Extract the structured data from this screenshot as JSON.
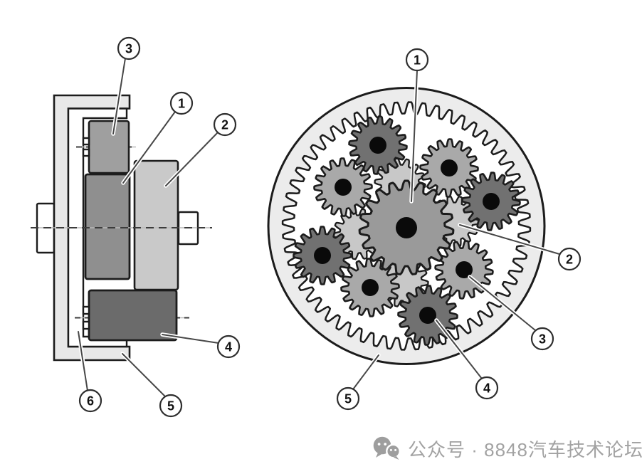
{
  "figure": {
    "side_view": {
      "name": "planetary-gearset-side-section",
      "callouts": [
        {
          "label": "3"
        },
        {
          "label": "1"
        },
        {
          "label": "2"
        },
        {
          "label": "4"
        },
        {
          "label": "6"
        },
        {
          "label": "5"
        }
      ]
    },
    "front_view": {
      "name": "planetary-gearset-front-view",
      "callouts": [
        {
          "label": "1"
        },
        {
          "label": "2"
        },
        {
          "label": "3"
        },
        {
          "label": "4"
        },
        {
          "label": "5"
        }
      ]
    }
  },
  "watermark": {
    "icon": "wechat-official-account-icon",
    "text": "公众号 · 8848汽车技术论坛"
  },
  "colors": {
    "background": "#ffffff",
    "outline": "#1c1c1c",
    "housing": "#e8e8e8",
    "ring_gear": "#ececec",
    "white": "#ffffff",
    "sun_gear": "#9a9a9a",
    "light_planet": "#a9a9a9",
    "dark_planet": "#717171",
    "hidden_planet": "#c8c8c8",
    "gear_side_top": "#9f9f9f",
    "gear_side_center": "#8f8f8f",
    "gear_side_right": "#c9c9c9",
    "gear_side_bottom": "#6b6b6b",
    "watermark_gray": "#a2a2a2"
  }
}
